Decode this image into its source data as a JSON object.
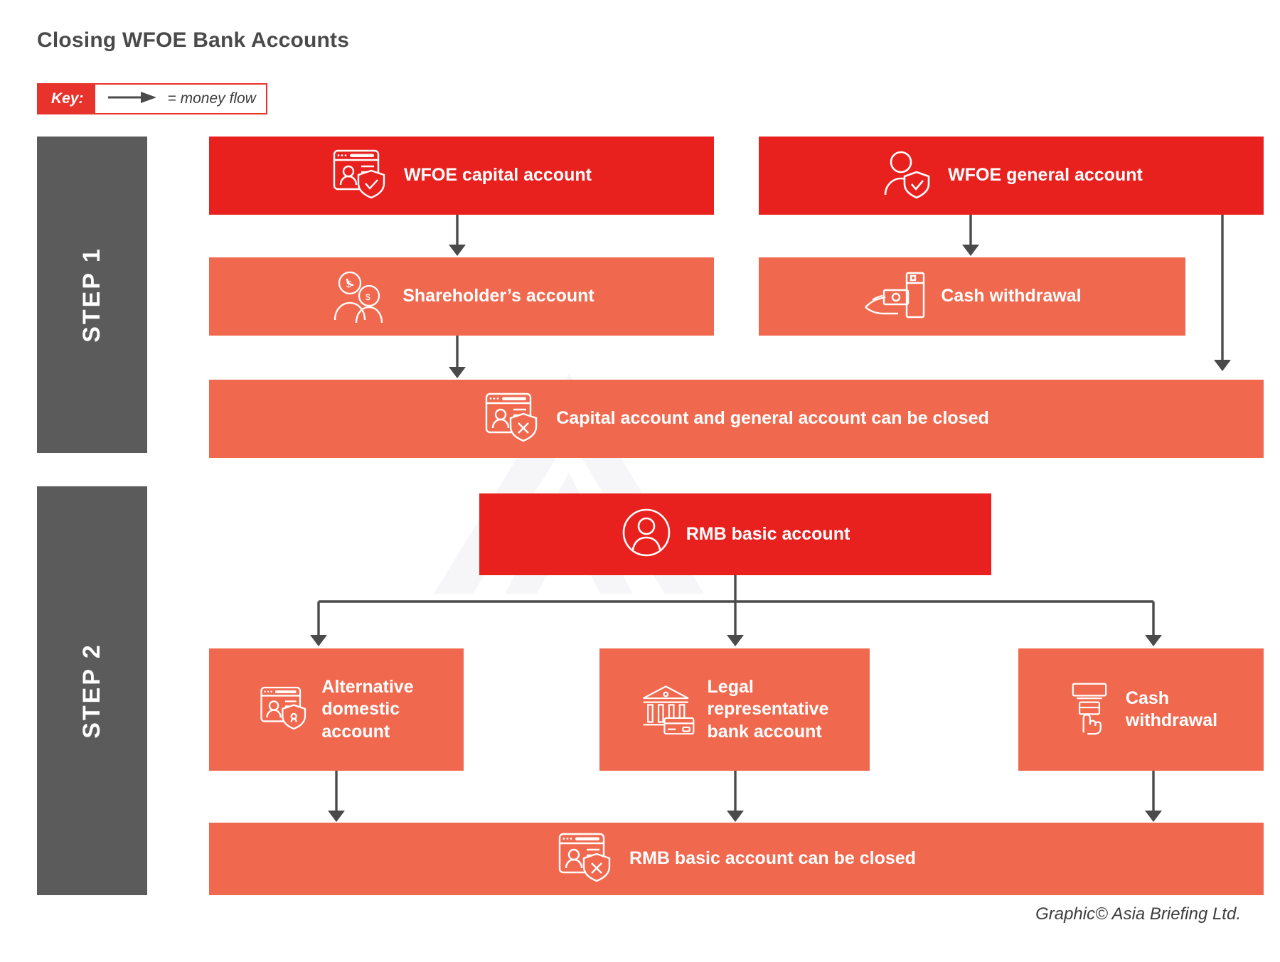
{
  "page": {
    "title": "Closing WFOE Bank Accounts",
    "footer_credit": "Graphic© Asia Briefing Ltd.",
    "colors": {
      "primary_red": "#e8211f",
      "secondary_salmon": "#f0694f",
      "step_bar_gray": "#5b5b5b",
      "key_red": "#e8322c",
      "arrow_gray": "#4a4a4a",
      "title_gray": "#4a4a4a",
      "background": "#ffffff"
    }
  },
  "key": {
    "label": "Key:",
    "icon": "arrow-right-icon",
    "description": "= money flow"
  },
  "steps": [
    {
      "id": "step-1",
      "label": "STEP 1",
      "boxes": [
        {
          "id": "wfoe-capital-account",
          "label": "WFOE capital account",
          "icon": "account-card-shield-check-icon",
          "style": "red"
        },
        {
          "id": "wfoe-general-account",
          "label": "WFOE general account",
          "icon": "person-shield-check-icon",
          "style": "red"
        },
        {
          "id": "shareholders-account",
          "label": "Shareholder’s account",
          "icon": "two-shareholders-icon",
          "style": "salmon"
        },
        {
          "id": "cash-withdrawal-step1",
          "label": "Cash withdrawal",
          "icon": "hand-atm-cash-icon",
          "style": "salmon"
        },
        {
          "id": "capital-general-closed",
          "label": "Capital account and general account can be closed",
          "icon": "account-card-shield-x-icon",
          "style": "salmon"
        }
      ]
    },
    {
      "id": "step-2",
      "label": "STEP 2",
      "boxes": [
        {
          "id": "rmb-basic-account",
          "label": "RMB basic account",
          "icon": "user-circle-icon",
          "style": "red"
        },
        {
          "id": "alternative-domestic-account",
          "label": "Alternative\ndomestic\naccount",
          "icon": "account-card-shield-icon",
          "style": "salmon"
        },
        {
          "id": "legal-representative-bank-account",
          "label": "Legal\nrepresentative\nbank account",
          "icon": "bank-building-card-icon",
          "style": "salmon"
        },
        {
          "id": "cash-withdrawal-step2",
          "label": "Cash\nwithdrawal",
          "icon": "atm-hand-icon",
          "style": "salmon"
        },
        {
          "id": "rmb-basic-closed",
          "label": "RMB basic account can be closed",
          "icon": "account-card-shield-x-icon",
          "style": "salmon"
        }
      ]
    }
  ]
}
